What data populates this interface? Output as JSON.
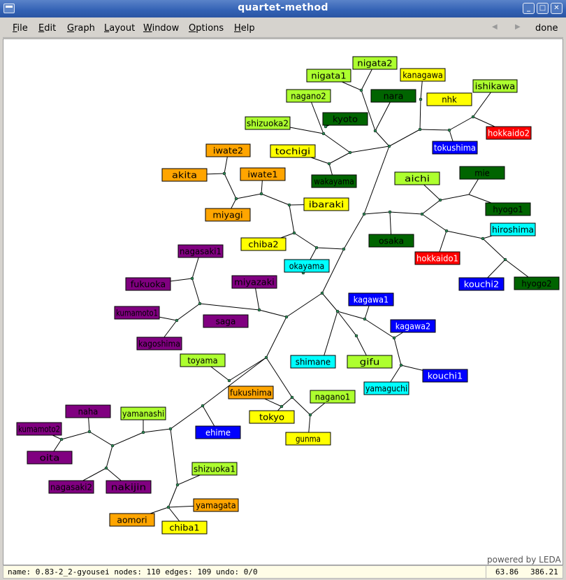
{
  "window": {
    "title": "quartet-method"
  },
  "menu": {
    "items": [
      {
        "label": "File",
        "u": "F",
        "rest": "ile"
      },
      {
        "label": "Edit",
        "u": "E",
        "rest": "dit"
      },
      {
        "label": "Graph",
        "u": "G",
        "rest": "raph"
      },
      {
        "label": "Layout",
        "u": "L",
        "rest": "ayout"
      },
      {
        "label": "Window",
        "u": "W",
        "rest": "indow"
      },
      {
        "label": "Options",
        "u": "O",
        "rest": "ptions"
      },
      {
        "label": "Help",
        "u": "H",
        "rest": "elp"
      }
    ],
    "back_icon": "triangle-left-icon",
    "forward_icon": "triangle-right-icon",
    "done_label": "done"
  },
  "colors": {
    "lightgreen": "#adff2f",
    "darkgreen": "#006400",
    "yellow": "#ffff00",
    "orange": "#ffa500",
    "purple": "#800080",
    "cyan": "#00ffff",
    "blue": "#0000ff",
    "red": "#ff0000"
  },
  "graph": {
    "nodes": [
      {
        "label": "nigata2",
        "color": "lightgreen"
      },
      {
        "label": "nigata1",
        "color": "lightgreen"
      },
      {
        "label": "kanagawa",
        "color": "yellow"
      },
      {
        "label": "ishikawa",
        "color": "lightgreen"
      },
      {
        "label": "nagano2",
        "color": "lightgreen"
      },
      {
        "label": "nara",
        "color": "darkgreen"
      },
      {
        "label": "nhk",
        "color": "yellow"
      },
      {
        "label": "kyoto",
        "color": "darkgreen"
      },
      {
        "label": "shizuoka2",
        "color": "lightgreen"
      },
      {
        "label": "hokkaido2",
        "color": "red"
      },
      {
        "label": "iwate2",
        "color": "orange"
      },
      {
        "label": "tokushima",
        "color": "blue"
      },
      {
        "label": "tochigi",
        "color": "yellow"
      },
      {
        "label": "akita",
        "color": "orange"
      },
      {
        "label": "iwate1",
        "color": "orange"
      },
      {
        "label": "wakayama",
        "color": "darkgreen"
      },
      {
        "label": "aichi",
        "color": "lightgreen"
      },
      {
        "label": "mie",
        "color": "darkgreen"
      },
      {
        "label": "ibaraki",
        "color": "yellow"
      },
      {
        "label": "hyogo1",
        "color": "darkgreen"
      },
      {
        "label": "miyagi",
        "color": "orange"
      },
      {
        "label": "hiroshima",
        "color": "cyan"
      },
      {
        "label": "osaka",
        "color": "darkgreen"
      },
      {
        "label": "chiba2",
        "color": "yellow"
      },
      {
        "label": "nagasaki1",
        "color": "purple"
      },
      {
        "label": "hokkaido1",
        "color": "red"
      },
      {
        "label": "okayama",
        "color": "cyan"
      },
      {
        "label": "miyazaki",
        "color": "purple"
      },
      {
        "label": "fukuoka",
        "color": "purple"
      },
      {
        "label": "kouchi2",
        "color": "blue"
      },
      {
        "label": "hyogo2",
        "color": "darkgreen"
      },
      {
        "label": "kagawa1",
        "color": "blue"
      },
      {
        "label": "kumamoto1",
        "color": "purple"
      },
      {
        "label": "saga",
        "color": "purple"
      },
      {
        "label": "kagawa2",
        "color": "blue"
      },
      {
        "label": "kagoshima",
        "color": "purple"
      },
      {
        "label": "toyama",
        "color": "lightgreen"
      },
      {
        "label": "shimane",
        "color": "cyan"
      },
      {
        "label": "gifu",
        "color": "lightgreen"
      },
      {
        "label": "kouchi1",
        "color": "blue"
      },
      {
        "label": "yamaguchi",
        "color": "cyan"
      },
      {
        "label": "fukushima",
        "color": "orange"
      },
      {
        "label": "nagano1",
        "color": "lightgreen"
      },
      {
        "label": "naha",
        "color": "purple"
      },
      {
        "label": "yamanashi",
        "color": "lightgreen"
      },
      {
        "label": "tokyo",
        "color": "yellow"
      },
      {
        "label": "kumamoto2",
        "color": "purple"
      },
      {
        "label": "ehime",
        "color": "blue"
      },
      {
        "label": "gunma",
        "color": "yellow"
      },
      {
        "label": "oita",
        "color": "purple"
      },
      {
        "label": "shizuoka1",
        "color": "lightgreen"
      },
      {
        "label": "nagasaki2",
        "color": "purple"
      },
      {
        "label": "nakijin",
        "color": "purple"
      },
      {
        "label": "yamagata",
        "color": "orange"
      },
      {
        "label": "aomori",
        "color": "orange"
      },
      {
        "label": "chiba1",
        "color": "yellow"
      }
    ]
  },
  "footer": {
    "powered": "powered by LEDA"
  },
  "status": {
    "left": "name: 0.83-2_2-gyousei  nodes: 110 edges: 109 undo: 0/0",
    "x": "63.86",
    "y": "386.21"
  }
}
